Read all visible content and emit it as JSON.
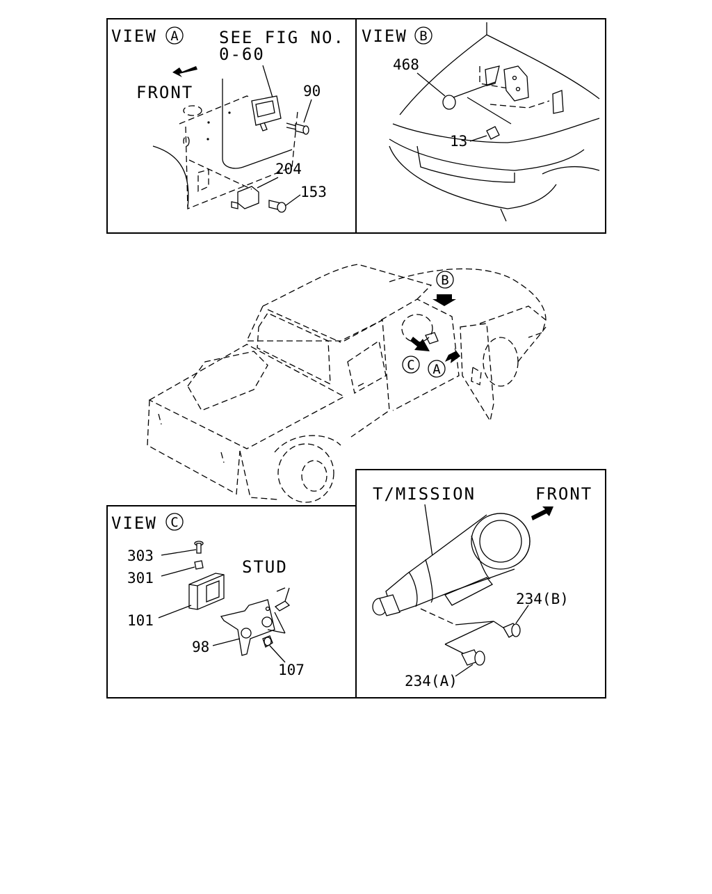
{
  "diagram": {
    "view_a": {
      "title_prefix": "VIEW",
      "title_circle": "A",
      "see_fig_line1": "SEE FIG NO.",
      "see_fig_line2": "0-60",
      "front_label": "FRONT",
      "callouts": [
        "90",
        "204",
        "153"
      ]
    },
    "view_b": {
      "title_prefix": "VIEW",
      "title_circle": "B",
      "callouts": [
        "468",
        "13"
      ]
    },
    "vehicle": {
      "markers": [
        "B",
        "C",
        "A"
      ]
    },
    "view_c": {
      "title_prefix": "VIEW",
      "title_circle": "C",
      "stud_label": "STUD",
      "callouts": [
        "303",
        "301",
        "101",
        "98",
        "107"
      ]
    },
    "transmission": {
      "title": "T/MISSION",
      "front_label": "FRONT",
      "callouts": [
        "234(B)",
        "234(A)"
      ]
    }
  }
}
